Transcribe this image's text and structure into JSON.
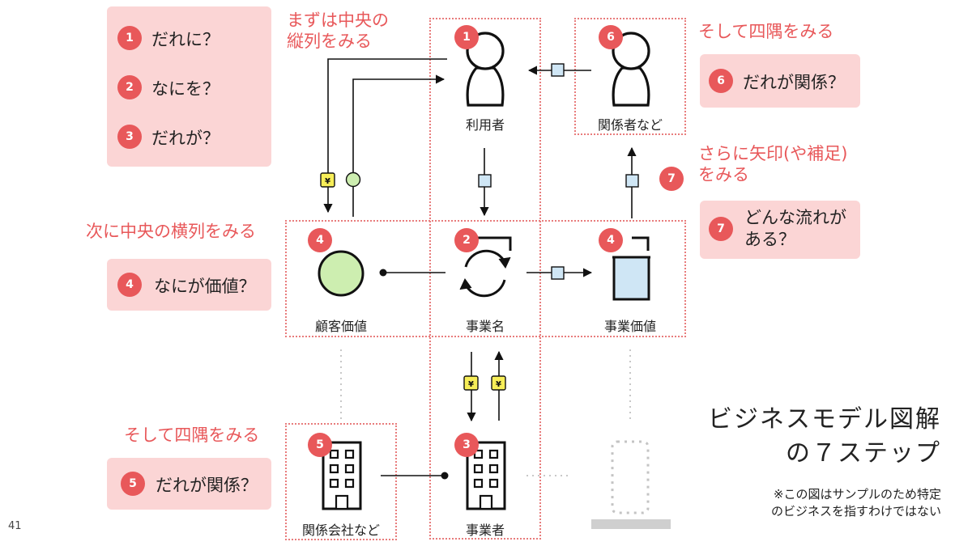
{
  "slide_number": "41",
  "title": {
    "line1": "ビジネスモデル図解",
    "line2": "の７ステップ"
  },
  "note": {
    "line1": "※この図はサンプルのため特定",
    "line2": "のビジネスを指すわけではない"
  },
  "headings": {
    "step1": {
      "line1": "まずは中央の",
      "line2": "縦列をみる"
    },
    "step4": "次に中央の横列をみる",
    "step5": "そして四隅をみる",
    "step6": "そして四隅をみる",
    "step7": {
      "line1": "さらに矢印(や補足)",
      "line2": "をみる"
    }
  },
  "questions": {
    "q1": {
      "num": "1",
      "text": "だれに？"
    },
    "q2": {
      "num": "2",
      "text": "なにを？"
    },
    "q3": {
      "num": "3",
      "text": "だれが？"
    },
    "q4": {
      "num": "4",
      "text": "なにが価値？"
    },
    "q5": {
      "num": "5",
      "text": "だれが関係？"
    },
    "q6": {
      "num": "6",
      "text": "だれが関係？"
    },
    "q7": {
      "num": "7",
      "text_line1": "どんな流れが",
      "text_line2": "ある？"
    }
  },
  "nodes": {
    "user": {
      "num": "1",
      "label": "利用者"
    },
    "stakeholders": {
      "num": "6",
      "label": "関係者など"
    },
    "customer_value": {
      "num": "4",
      "label": "顧客価値"
    },
    "business_name": {
      "num": "2",
      "label": "事業名"
    },
    "business_value": {
      "num": "4",
      "label": "事業価値"
    },
    "related_company": {
      "num": "5",
      "label": "関係会社など"
    },
    "operator": {
      "num": "3",
      "label": "事業者"
    }
  },
  "step7_badge": "7",
  "money_symbol": "¥",
  "colors": {
    "accent": "#e8585a",
    "callout_bg": "#fbd5d5",
    "value_green": "#cdeeb0",
    "value_blue": "#cfe6f5",
    "money_yellow": "#f7ee58"
  }
}
